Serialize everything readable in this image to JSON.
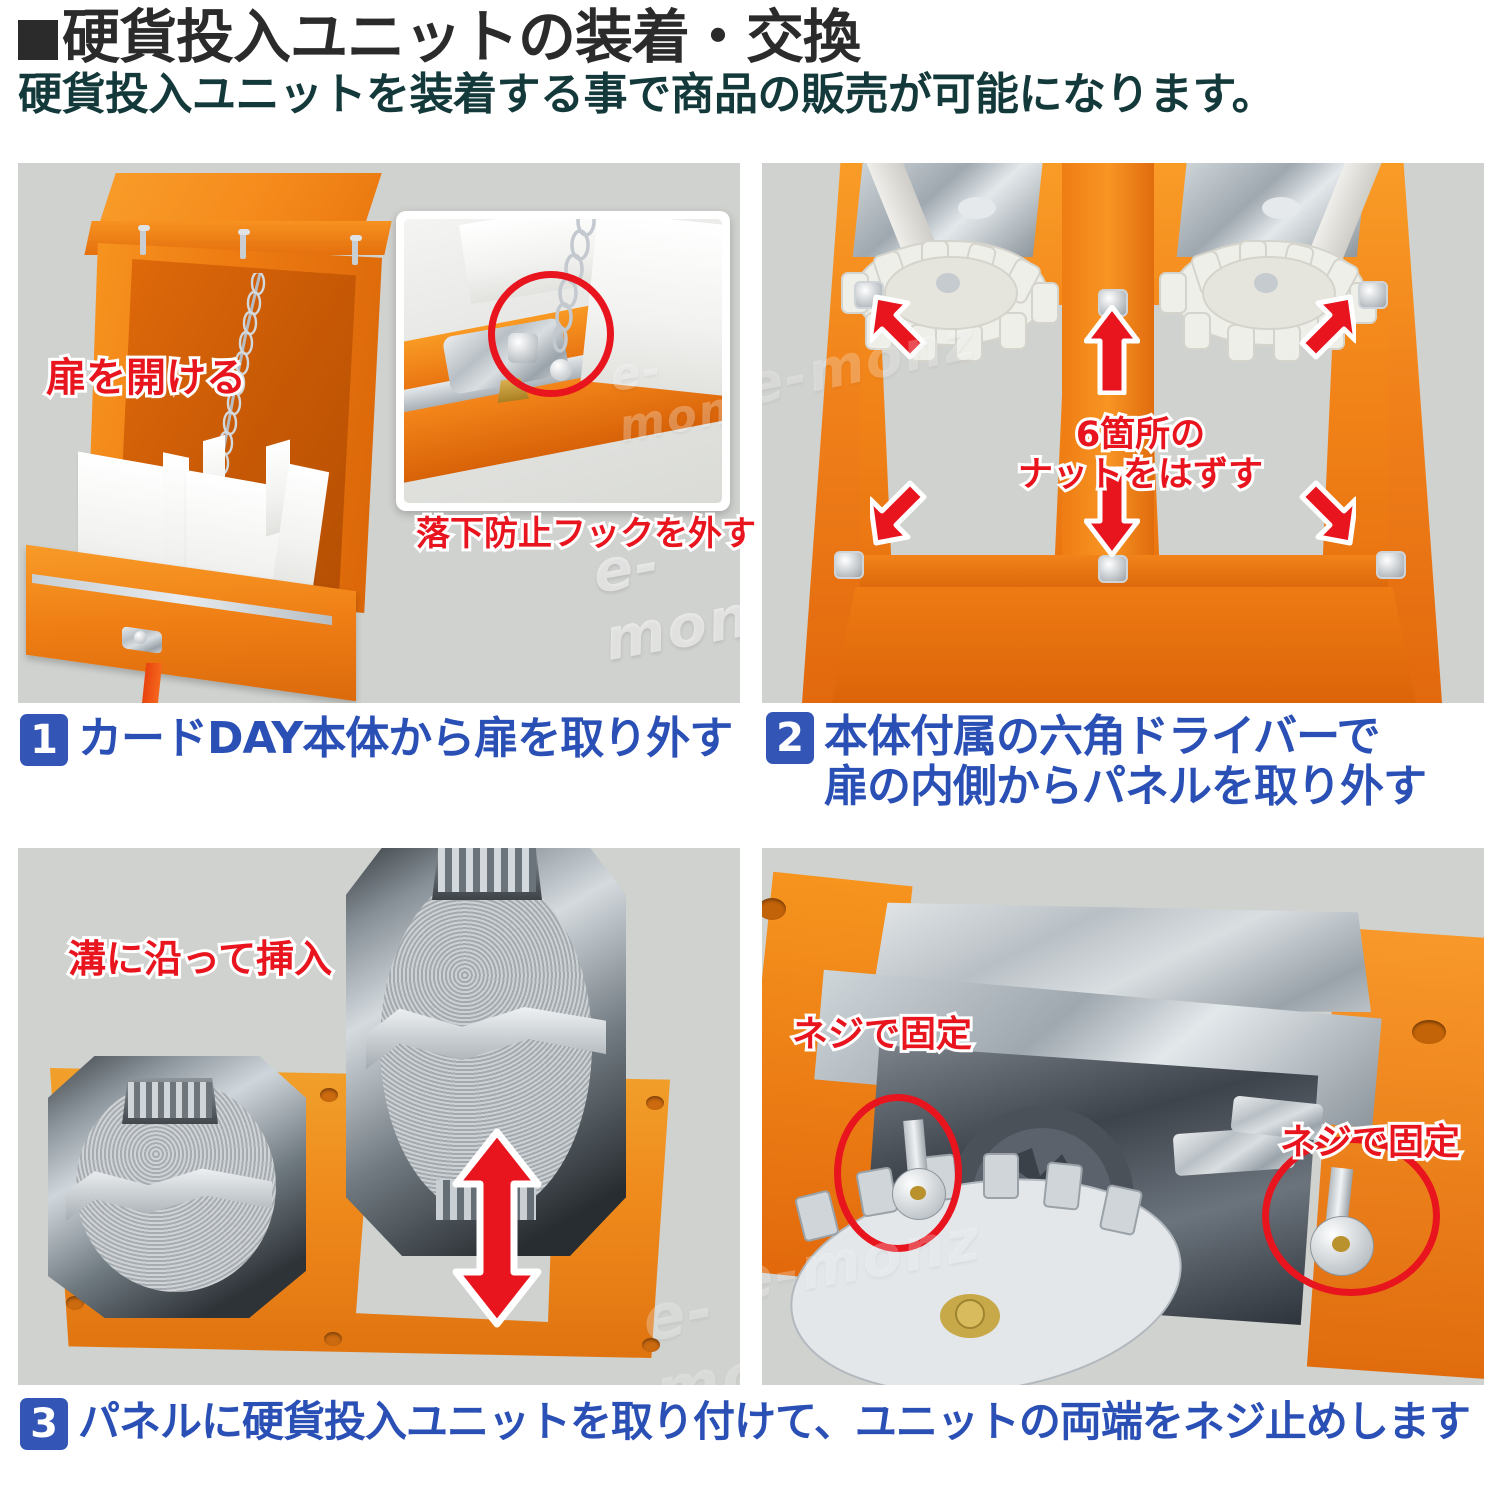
{
  "header": {
    "title": "硬貨投入ユニットの装着・交換",
    "subtitle": "硬貨投入ユニットを装着する事で商品の販売が可能になります。",
    "title_color": "#2b2b2b",
    "subtitle_color": "#14393a"
  },
  "colors": {
    "caption_blue": "#2a4fb5",
    "badge_blue": "#3355b5",
    "annotation_red": "#e8141e",
    "photo_bg": "#d0d2cf",
    "product_orange": "#f0801a"
  },
  "watermark": "e-monz",
  "steps": [
    {
      "number": "1",
      "caption_lines": [
        "カードDAY本体から扉を取り外す"
      ],
      "annotations": [
        {
          "name": "open-door-label",
          "text": "扉を開ける"
        },
        {
          "name": "remove-fall-prevention-hook-label",
          "text": "落下防止フックを外す"
        }
      ]
    },
    {
      "number": "2",
      "caption_lines": [
        "本体付属の六角ドライバーで",
        "扉の内側からパネルを取り外す"
      ],
      "annotations": [
        {
          "name": "remove-six-nuts-label",
          "text": "6箇所の\nナットをはずす"
        }
      ]
    },
    {
      "number": "3",
      "caption_lines": [
        "パネルに硬貨投入ユニットを取り付けて、ユニットの両端をネジ止めします"
      ],
      "annotations": [
        {
          "name": "insert-along-groove-label",
          "text": "溝に沿って挿入"
        },
        {
          "name": "fix-with-screw-label-left",
          "text": "ネジで固定"
        },
        {
          "name": "fix-with-screw-label-right",
          "text": "ネジで固定"
        }
      ]
    }
  ]
}
